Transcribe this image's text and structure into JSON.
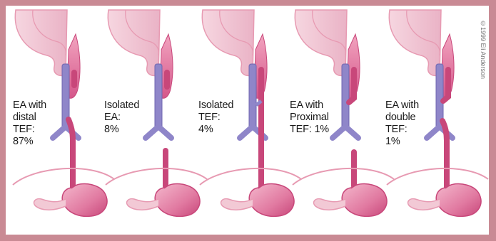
{
  "figure": {
    "copyright": "©1999 Eli Anderson",
    "panels": [
      {
        "id": "ea-distal-tef",
        "lines": [
          "EA with",
          "distal",
          "TEF:",
          "87%"
        ]
      },
      {
        "id": "isolated-ea",
        "lines": [
          "Isolated",
          "EA:",
          "8%"
        ]
      },
      {
        "id": "isolated-tef",
        "lines": [
          "Isolated",
          "TEF:",
          "4%"
        ]
      },
      {
        "id": "ea-proximal-tef",
        "lines": [
          "EA with",
          "Proximal",
          "TEF: 1%"
        ]
      },
      {
        "id": "ea-double-tef",
        "lines": [
          "EA with",
          "double",
          "TEF:",
          "1%"
        ]
      }
    ]
  },
  "colors": {
    "border": "#c98a94",
    "tissue_light": "#f2c9d5",
    "tissue_mid": "#e79ab2",
    "tissue_dark": "#c8477a",
    "airway": "#8f86c9",
    "airway_dark": "#6f66b0"
  }
}
